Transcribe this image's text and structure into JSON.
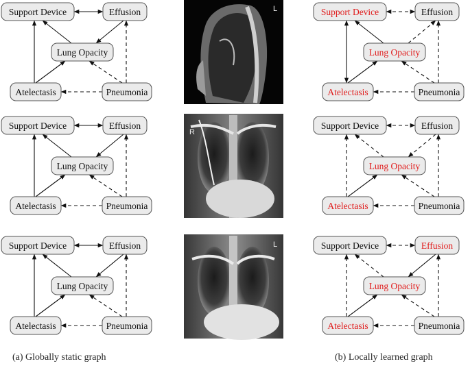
{
  "colors": {
    "node_fill": "#ebebeb",
    "node_stroke": "#555555",
    "text": "#111111",
    "highlight": "#e01b1b",
    "edge": "#111111"
  },
  "panels": [
    {
      "id": "left-row-1",
      "node_labels": {
        "sd": "Support Device",
        "ef": "Effusion",
        "lo": "Lung Opacity",
        "at": "Atelectasis",
        "pn": "Pneumonia"
      },
      "highlighted": [],
      "edges": [
        {
          "from": "sd",
          "to": "ef",
          "bidir": true,
          "style": "solid"
        },
        {
          "from": "sd",
          "to": "at",
          "bidir": false,
          "style": "solid",
          "reverse": true
        },
        {
          "from": "sd",
          "to": "lo",
          "bidir": false,
          "style": "solid",
          "reverse": true
        },
        {
          "from": "ef",
          "to": "lo",
          "bidir": false,
          "style": "solid"
        },
        {
          "from": "ef",
          "to": "pn",
          "bidir": false,
          "style": "dashed",
          "reverse": true
        },
        {
          "from": "at",
          "to": "lo",
          "bidir": false,
          "style": "solid"
        },
        {
          "from": "pn",
          "to": "lo",
          "bidir": false,
          "style": "dashed"
        },
        {
          "from": "pn",
          "to": "at",
          "bidir": false,
          "style": "dashed"
        }
      ]
    },
    {
      "id": "left-row-2",
      "node_labels": {
        "sd": "Support Device",
        "ef": "Effusion",
        "lo": "Lung Opacity",
        "at": "Atelectasis",
        "pn": "Pneumonia"
      },
      "highlighted": [],
      "edges": [
        {
          "from": "sd",
          "to": "ef",
          "bidir": true,
          "style": "solid"
        },
        {
          "from": "sd",
          "to": "at",
          "bidir": false,
          "style": "solid",
          "reverse": true
        },
        {
          "from": "sd",
          "to": "lo",
          "bidir": false,
          "style": "solid",
          "reverse": true
        },
        {
          "from": "ef",
          "to": "lo",
          "bidir": false,
          "style": "solid"
        },
        {
          "from": "ef",
          "to": "pn",
          "bidir": false,
          "style": "dashed",
          "reverse": true
        },
        {
          "from": "at",
          "to": "lo",
          "bidir": false,
          "style": "solid"
        },
        {
          "from": "pn",
          "to": "lo",
          "bidir": false,
          "style": "dashed"
        },
        {
          "from": "pn",
          "to": "at",
          "bidir": false,
          "style": "dashed"
        }
      ]
    },
    {
      "id": "left-row-3",
      "node_labels": {
        "sd": "Support Device",
        "ef": "Effusion",
        "lo": "Lung Opacity",
        "at": "Atelectasis",
        "pn": "Pneumonia"
      },
      "highlighted": [],
      "edges": [
        {
          "from": "sd",
          "to": "ef",
          "bidir": true,
          "style": "solid"
        },
        {
          "from": "sd",
          "to": "at",
          "bidir": false,
          "style": "solid",
          "reverse": true
        },
        {
          "from": "sd",
          "to": "lo",
          "bidir": false,
          "style": "solid",
          "reverse": true
        },
        {
          "from": "ef",
          "to": "lo",
          "bidir": false,
          "style": "solid"
        },
        {
          "from": "ef",
          "to": "pn",
          "bidir": false,
          "style": "dashed",
          "reverse": true
        },
        {
          "from": "at",
          "to": "lo",
          "bidir": false,
          "style": "solid"
        },
        {
          "from": "pn",
          "to": "lo",
          "bidir": false,
          "style": "dashed"
        },
        {
          "from": "pn",
          "to": "at",
          "bidir": false,
          "style": "dashed"
        }
      ]
    },
    {
      "id": "right-row-1",
      "node_labels": {
        "sd": "Support Device",
        "ef": "Effusion",
        "lo": "Lung Opacity",
        "at": "Atelectasis",
        "pn": "Pneumonia"
      },
      "highlighted": [
        "sd",
        "lo",
        "at"
      ],
      "edges": [
        {
          "from": "sd",
          "to": "ef",
          "bidir": true,
          "style": "dashed"
        },
        {
          "from": "sd",
          "to": "at",
          "bidir": true,
          "style": "solid"
        },
        {
          "from": "sd",
          "to": "lo",
          "bidir": false,
          "style": "solid",
          "reverse": true
        },
        {
          "from": "ef",
          "to": "lo",
          "bidir": false,
          "style": "dashed",
          "reverse": true
        },
        {
          "from": "ef",
          "to": "pn",
          "bidir": false,
          "style": "dashed",
          "reverse": true
        },
        {
          "from": "at",
          "to": "lo",
          "bidir": false,
          "style": "solid"
        },
        {
          "from": "pn",
          "to": "lo",
          "bidir": false,
          "style": "dashed"
        },
        {
          "from": "pn",
          "to": "at",
          "bidir": false,
          "style": "dashed"
        }
      ]
    },
    {
      "id": "right-row-2",
      "node_labels": {
        "sd": "Support Device",
        "ef": "Effusion",
        "lo": "Lung Opacity",
        "at": "Atelectasis",
        "pn": "Pneumonia"
      },
      "highlighted": [
        "lo",
        "at"
      ],
      "edges": [
        {
          "from": "sd",
          "to": "ef",
          "bidir": true,
          "style": "dashed"
        },
        {
          "from": "sd",
          "to": "at",
          "bidir": false,
          "style": "dashed",
          "reverse": true
        },
        {
          "from": "sd",
          "to": "lo",
          "bidir": false,
          "style": "dashed",
          "reverse": true
        },
        {
          "from": "ef",
          "to": "lo",
          "bidir": false,
          "style": "dashed"
        },
        {
          "from": "ef",
          "to": "pn",
          "bidir": false,
          "style": "dashed",
          "reverse": true
        },
        {
          "from": "at",
          "to": "lo",
          "bidir": false,
          "style": "solid"
        },
        {
          "from": "pn",
          "to": "lo",
          "bidir": false,
          "style": "dashed"
        },
        {
          "from": "pn",
          "to": "at",
          "bidir": false,
          "style": "dashed"
        }
      ]
    },
    {
      "id": "right-row-3",
      "node_labels": {
        "sd": "Support Device",
        "ef": "Effusion",
        "lo": "Lung Opacity",
        "at": "Atelectasis",
        "pn": "Pneumonia"
      },
      "highlighted": [
        "ef",
        "lo",
        "at"
      ],
      "edges": [
        {
          "from": "sd",
          "to": "ef",
          "bidir": true,
          "style": "dashed"
        },
        {
          "from": "sd",
          "to": "at",
          "bidir": false,
          "style": "dashed",
          "reverse": true
        },
        {
          "from": "sd",
          "to": "lo",
          "bidir": false,
          "style": "dashed",
          "reverse": true
        },
        {
          "from": "ef",
          "to": "lo",
          "bidir": false,
          "style": "solid"
        },
        {
          "from": "ef",
          "to": "pn",
          "bidir": false,
          "style": "dashed",
          "reverse": true
        },
        {
          "from": "at",
          "to": "lo",
          "bidir": false,
          "style": "solid"
        },
        {
          "from": "pn",
          "to": "lo",
          "bidir": false,
          "style": "dashed"
        },
        {
          "from": "pn",
          "to": "at",
          "bidir": false,
          "style": "dashed"
        }
      ]
    }
  ],
  "xray_markers": [
    "L",
    "R",
    "L"
  ],
  "captions": {
    "left": "(a) Globally static graph",
    "right": "(b) Locally learned  graph"
  }
}
